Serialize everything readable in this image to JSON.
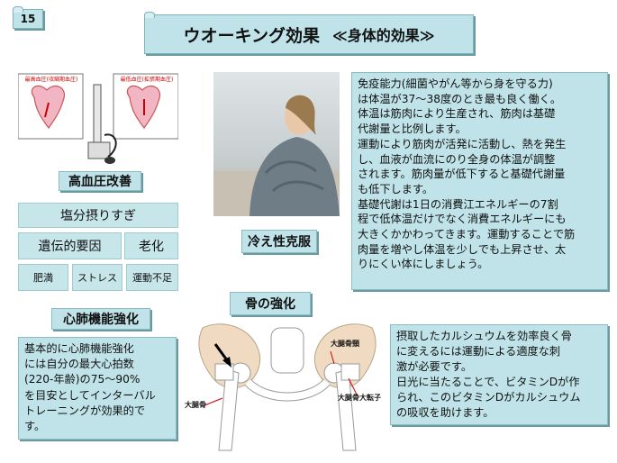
{
  "page_number": "15",
  "title": {
    "main": "ウオーキング効果",
    "sub": "≪身体的効果≫"
  },
  "diagram_labels": {
    "left_heart": "最高血圧(収縮期血圧)",
    "right_heart": "最低血圧(拡張期血圧)",
    "hip_femoral_neck": "大腿骨頸",
    "hip_greater_trochanter": "大腿骨大転子",
    "hip_femur": "大腿骨"
  },
  "sections": {
    "blood_pressure": "高血圧改善",
    "cold": "冷え性克服",
    "bone": "骨の強化",
    "cardio": "心肺機能強化"
  },
  "causes": {
    "row1": "塩分摂りすぎ",
    "row2_left": "遺伝的要因",
    "row2_right": "老化",
    "row3_a": "肥満",
    "row3_b": "ストレス",
    "row3_c": "運動不足"
  },
  "immunity_text": "免疫能力(細菌やがん等から身を守る力)\nは体温が37～38度のとき最も良く働く。\n体温は筋肉により生産され、筋肉は基礎\n代謝量と比例します。\n運動により筋肉が活発に活動し、熱を発生\nし、血液が血流にのり全身の体温が調整\nされます。筋肉量が低下すると基礎代謝量\nも低下します。\n基礎代謝は1日の消費江エネルギーの7割\n程で低体温だけでなく消費エネルギーにも\n大きくかかわってきます。運動することで筋\n肉量を増やし体温を少しでも上昇させ、太\nりにくい体にしましょう。",
  "cardio_text": "基本的に心肺機能強化\nには自分の最大心拍数\n(220-年齢)の75～90%\nを目安としてインターバル\nトレーニングが効果的で\nす。",
  "bone_text": "摂取したカルシュウムを効率良く骨\nに変えるには運動による適度な刺\n激が必要です。\n日光に当たることで、ビタミンDが作\nられ、このビタミンDがカルシュウム\nの吸収を助けます。"
}
